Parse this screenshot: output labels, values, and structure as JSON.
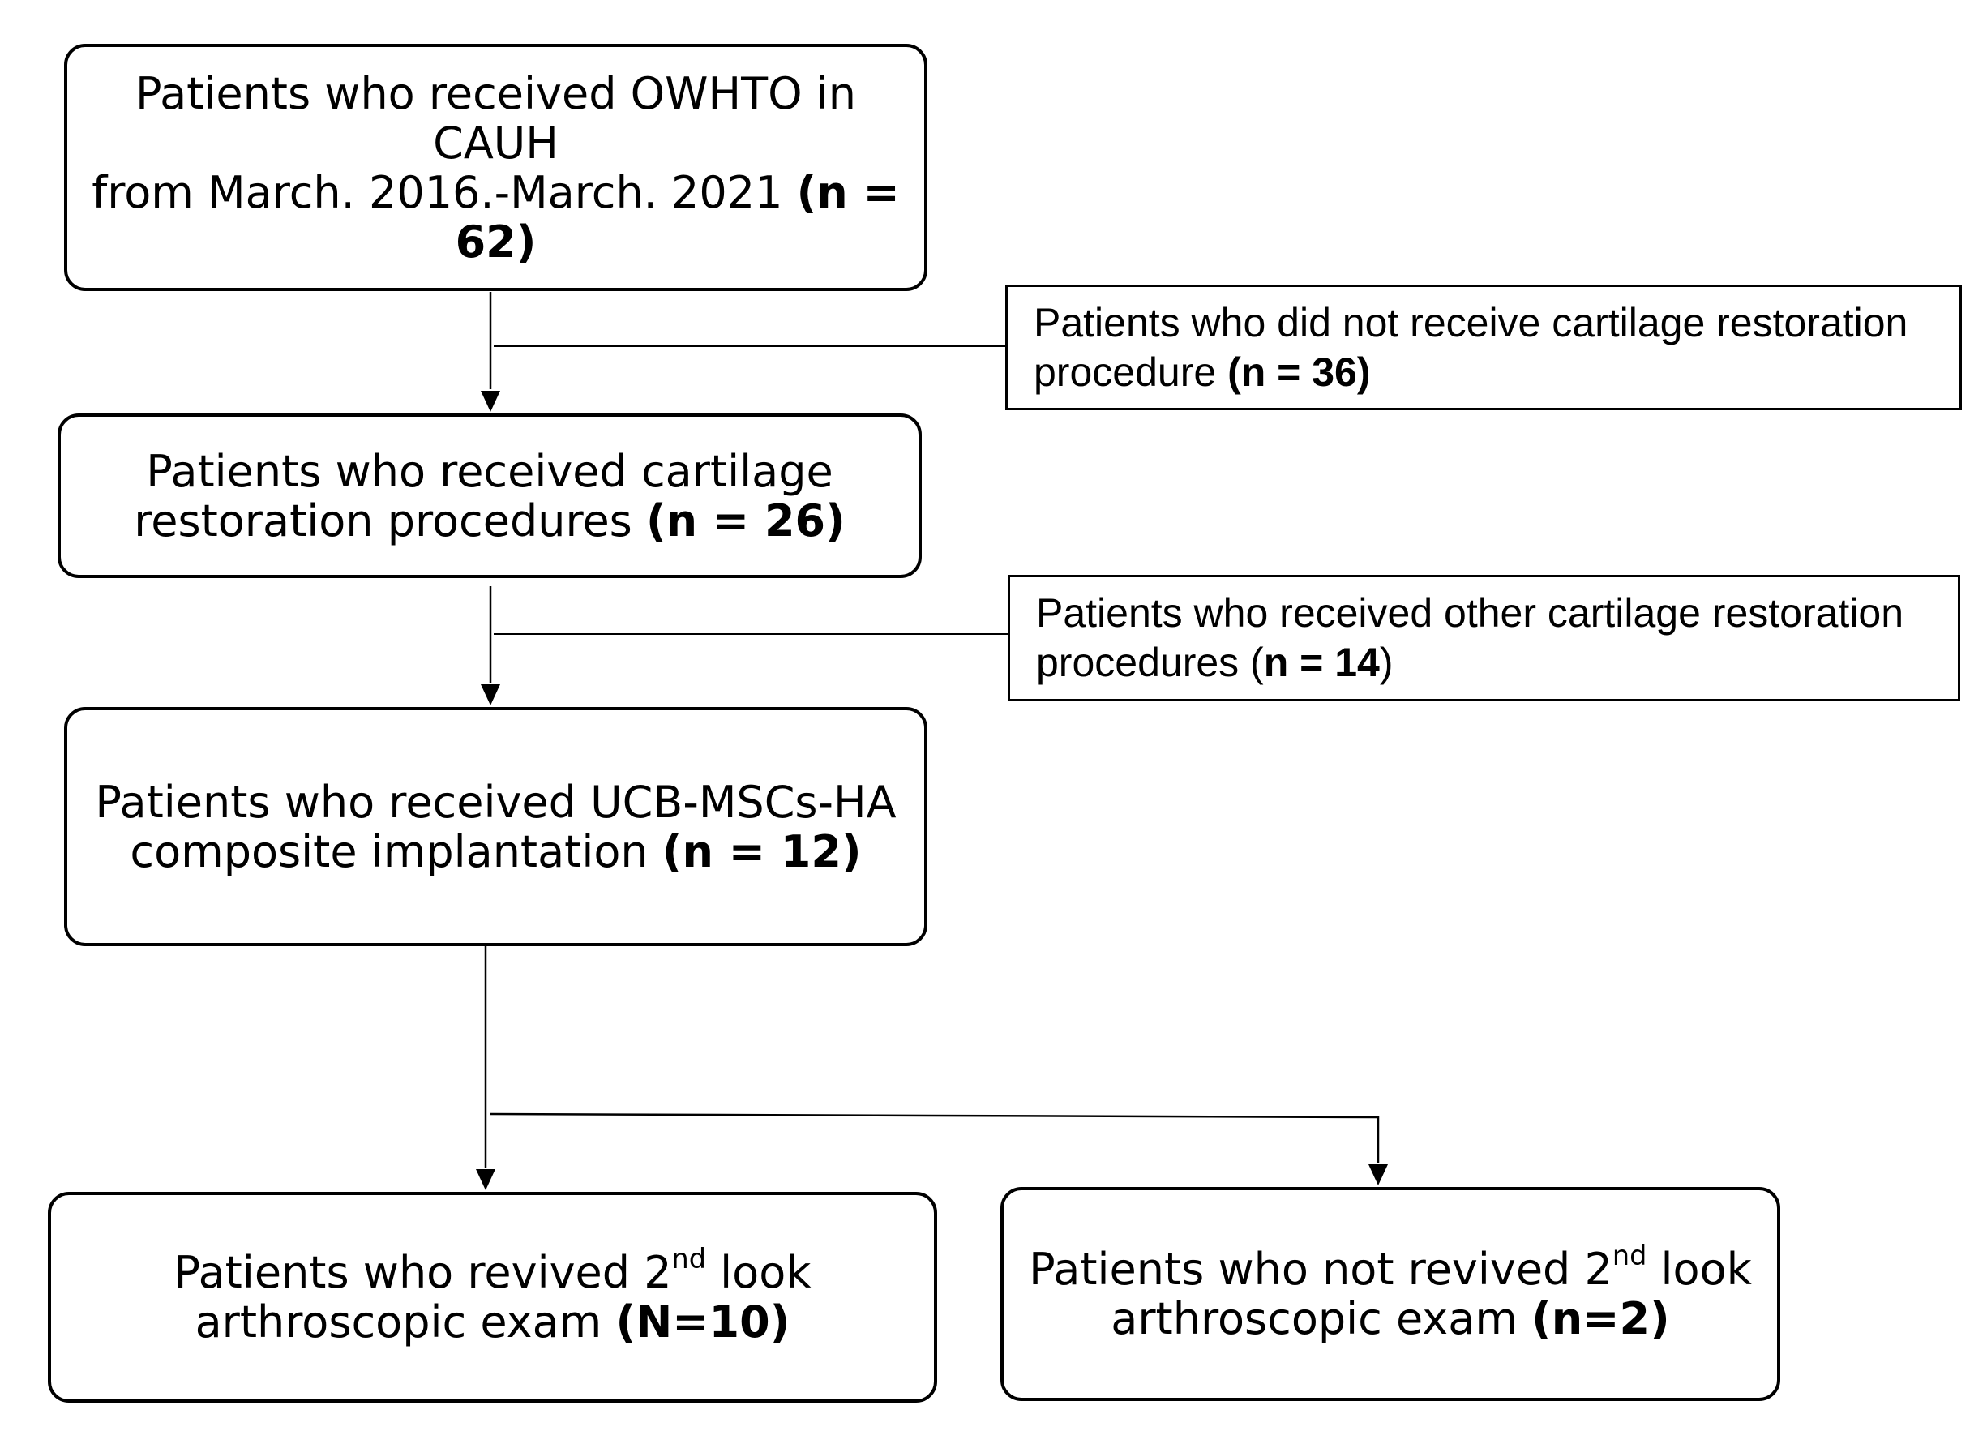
{
  "boxes": {
    "b1": {
      "line1": "Patients who received OWHTO in CAUH",
      "line2": "from March. 2016.-March. 2021",
      "count": "(n = 62)"
    },
    "b2": {
      "line1": "Patients who received cartilage",
      "line2": "restoration procedures",
      "count": "(n = 26)"
    },
    "b3": {
      "line1": "Patients who received UCB-MSCs-HA",
      "line2": "composite implantation",
      "count": "(n = 12)"
    },
    "b4": {
      "pre": "Patients who revived 2",
      "sup": "nd",
      "post": " look",
      "line2": "arthroscopic exam",
      "count": "(N=10)"
    },
    "b5": {
      "pre": "Patients who not revived 2",
      "sup": "nd",
      "post": " look",
      "line2": "arthroscopic exam",
      "count": "(n=2)"
    }
  },
  "exclusions": {
    "e1": {
      "line1": "Patients who did not receive cartilage restoration",
      "line2": "procedure",
      "count": "(n = 36)"
    },
    "e2": {
      "line1": "Patients who received other cartilage restoration",
      "line2a": "procedures (",
      "count": "n = 14",
      "line2b": ")"
    }
  }
}
